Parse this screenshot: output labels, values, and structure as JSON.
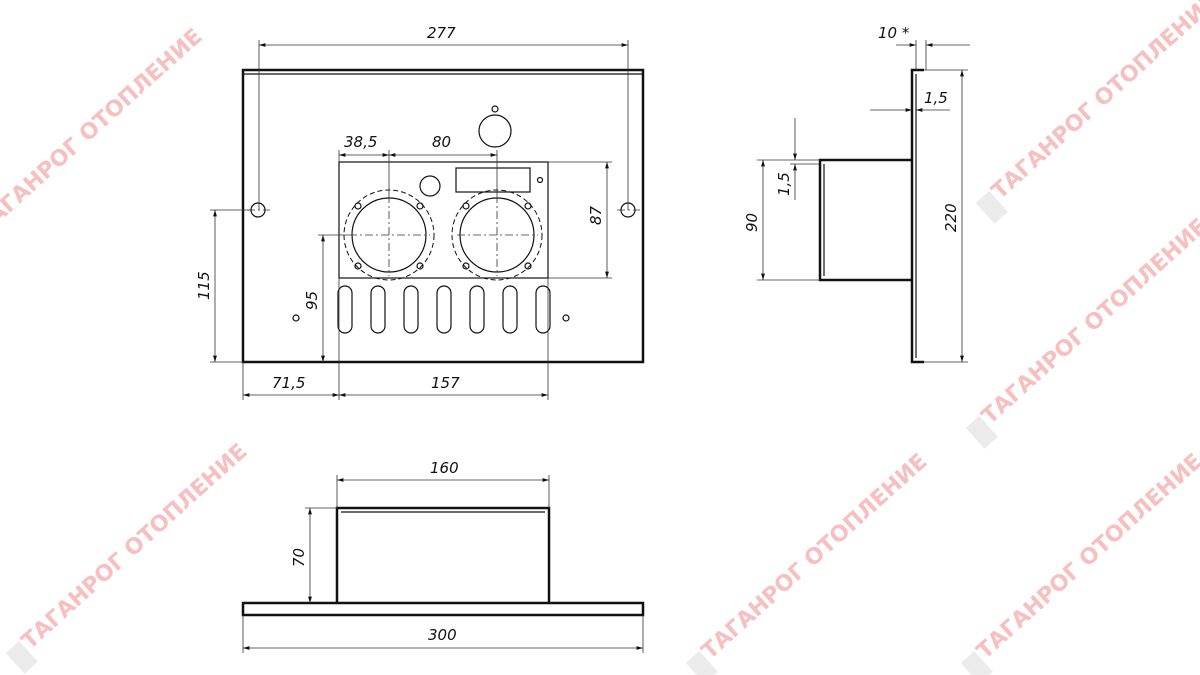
{
  "watermark": {
    "text": "ТАГАНРОГ ОТОПЛЕНИЕ"
  },
  "front_view": {
    "dims": {
      "width_holes": "277",
      "offset_left": "38,5",
      "circle_spacing": "80",
      "panel_height": "87",
      "hole_height": "115",
      "circle_height": "95",
      "left_offset": "71,5",
      "panel_width": "157"
    }
  },
  "side_view": {
    "dims": {
      "flange": "10 *",
      "thickness_top": "1,5",
      "thickness_box": "1,5",
      "box_height": "90",
      "total_height": "220"
    }
  },
  "bottom_view": {
    "dims": {
      "box_width": "160",
      "box_depth": "70",
      "total_width": "300"
    }
  }
}
